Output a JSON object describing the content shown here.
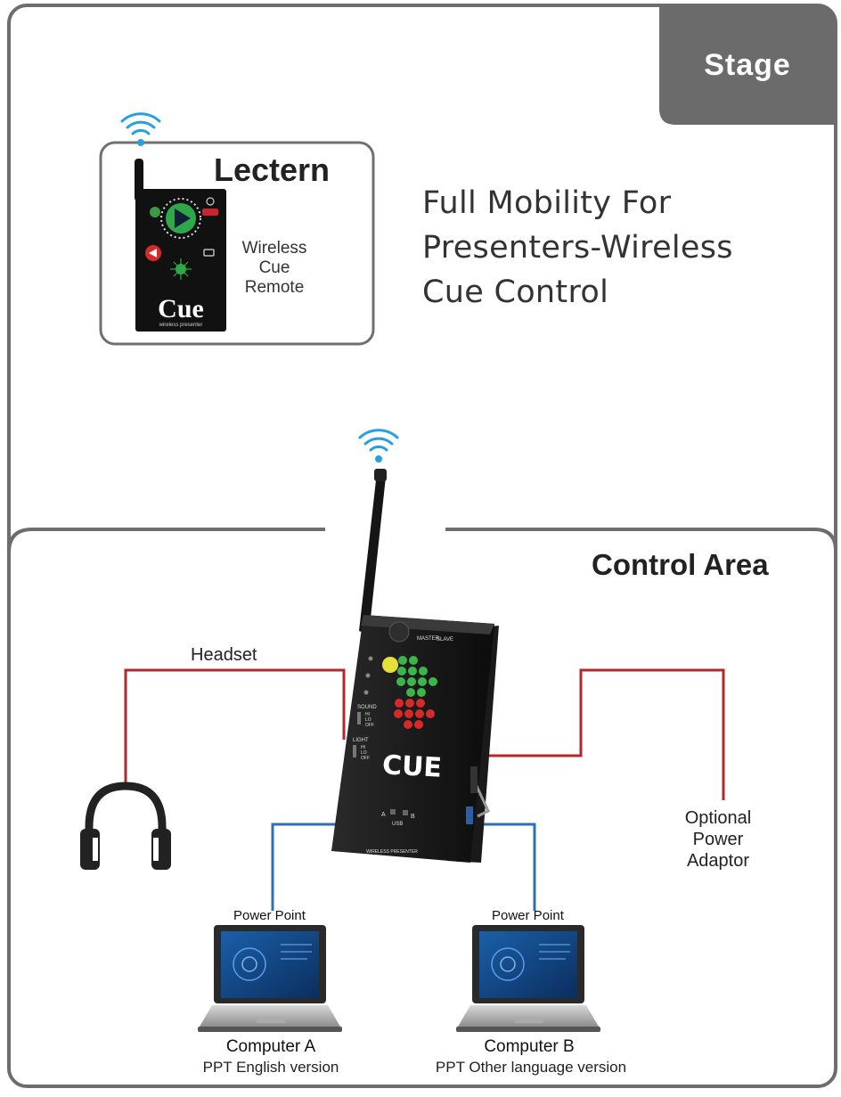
{
  "stage": {
    "label": "Stage"
  },
  "lectern": {
    "title": "Lectern",
    "remote_caption": "Wireless\nCue\nRemote",
    "remote_brand": "Cue",
    "remote_subbrand": "wireless presenter"
  },
  "tagline": "Full Mobility For\nPresenters-Wireless\nCue Control",
  "control_area": {
    "title": "Control Area"
  },
  "device": {
    "brand": "CUE",
    "bottom_label": "WIRELESS PRESENTER",
    "master": "MASTER",
    "slave": "SLAVE",
    "sound": "SOUND",
    "light": "LIGHT",
    "hi": "HI",
    "lo": "LO",
    "off": "OFF",
    "usb": "USB",
    "port_a": "A",
    "port_b": "B"
  },
  "headset": {
    "label": "Headset"
  },
  "power": {
    "label": "Optional\nPower\nAdaptor"
  },
  "computers": [
    {
      "screen_label": "Power Point",
      "name": "Computer A",
      "desc": "PPT English version"
    },
    {
      "screen_label": "Power Point",
      "name": "Computer B",
      "desc": "PPT Other language version"
    }
  ],
  "colors": {
    "border": "#6d6d6d",
    "stage_bg": "#6b6b6b",
    "headset_wire": "#b0282e",
    "usb_wire": "#2f6fb5",
    "wifi": "#2a9fe0"
  }
}
